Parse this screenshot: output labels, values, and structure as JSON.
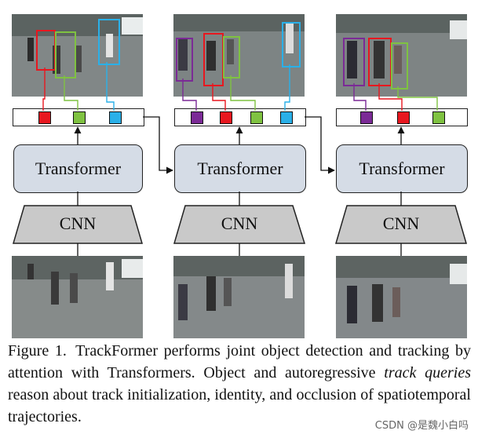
{
  "columns": [
    {
      "transformer_label": "Transformer",
      "cnn_label": "CNN",
      "tokens": [
        "#e8171f",
        "#7fc241",
        "#2ab0e8"
      ]
    },
    {
      "transformer_label": "Transformer",
      "cnn_label": "CNN",
      "tokens": [
        "#7b2a96",
        "#e8171f",
        "#7fc241",
        "#2ab0e8"
      ]
    },
    {
      "transformer_label": "Transformer",
      "cnn_label": "CNN",
      "tokens": [
        "#7b2a96",
        "#e8171f",
        "#7fc241"
      ]
    }
  ],
  "colors": {
    "red": "#e8171f",
    "green": "#7fc241",
    "blue": "#2ab0e8",
    "purple": "#7b2a96",
    "transformer_fill": "#d5dce6",
    "cnn_fill": "#c9c9c9"
  },
  "caption": {
    "figure": "Figure 1.",
    "text_a": "TrackFormer performs joint object detection and tracking by attention with Transformers. Object and autoregressive",
    "italic": "track queries",
    "text_b": "reason about track initialization, identity, and occlusion of spatiotemporal trajectories."
  },
  "watermark": "CSDN @是魏小白吗"
}
